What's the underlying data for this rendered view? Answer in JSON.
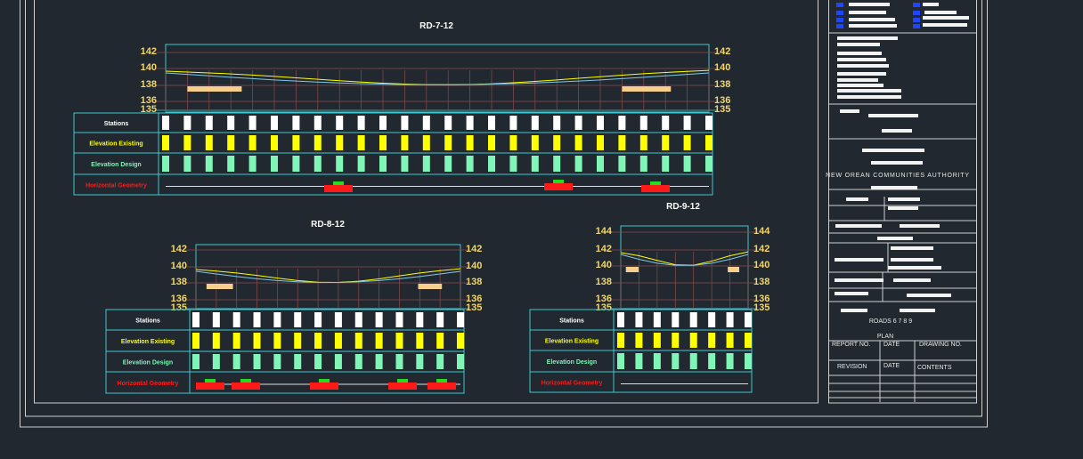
{
  "colors": {
    "background": "#212830",
    "frame": "#d8d8d8",
    "grid_cyan": "#3fc9cf",
    "grid_red": "#8a4a4a",
    "elevation_label": "#f2d56b",
    "existing": "#ffff00",
    "design": "#7ff5b8",
    "geometry": "#ff1a1a",
    "geometry_top": "#22dd22",
    "fill_block": "#f6cf8c"
  },
  "row_labels": {
    "stations": "Stations",
    "elevation_existing": "Elevation Existing",
    "elevation_design": "Elevation Design",
    "horizontal_geometry": "Horizontal Geometry"
  },
  "profiles": [
    {
      "title": "RD-7-12",
      "elevations": [
        "142",
        "140",
        "138",
        "136",
        "135"
      ]
    },
    {
      "title": "RD-8-12",
      "elevations": [
        "142",
        "140",
        "138",
        "136",
        "135"
      ]
    },
    {
      "title": "RD-9-12",
      "elevations": [
        "144",
        "142",
        "140",
        "138",
        "136",
        "135"
      ]
    }
  ],
  "title_block": {
    "authority_en": "NEW OREAN COMMUNITIES AUTHORITY",
    "roads": "ROADS  6 7 8 9",
    "plan": "PLAN",
    "report_no": "REPORT NO.",
    "date": "DATE",
    "drawing_no": "DRAWING NO.",
    "revision": "REVISION",
    "date2": "DATE",
    "contents": "CONTENTS"
  }
}
